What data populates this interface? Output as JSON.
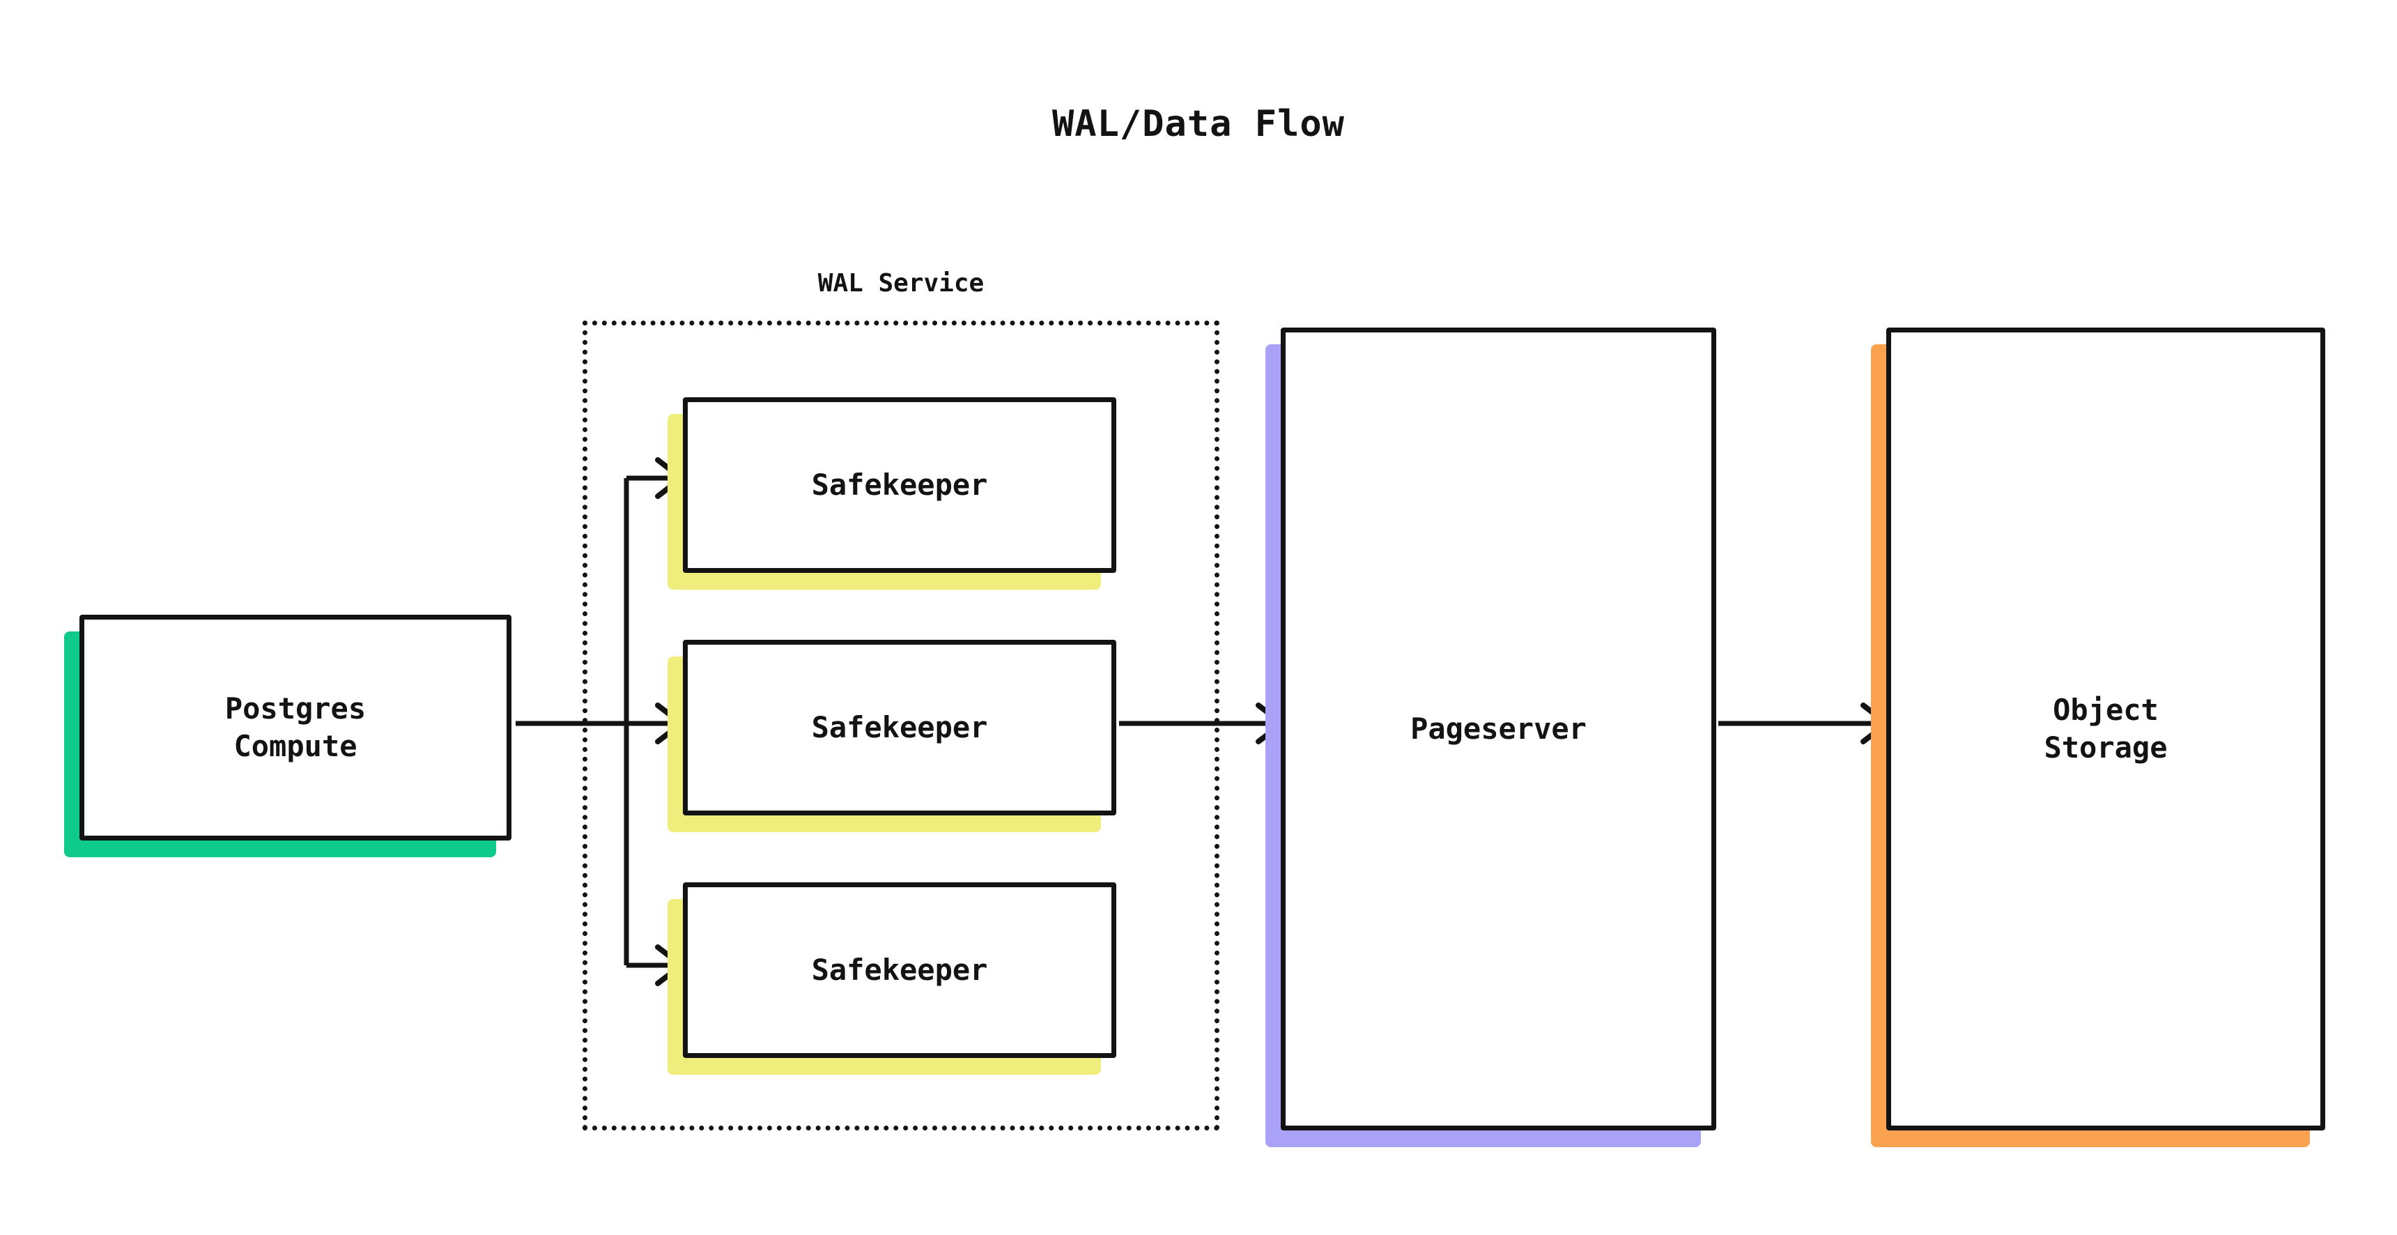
{
  "diagram": {
    "title": "WAL/Data Flow",
    "type": "flow-architecture",
    "background": "#ffffff",
    "stroke_color": "#131313",
    "fill_color": "#ffffff"
  },
  "groups": [
    {
      "id": "wal-service",
      "label": "WAL Service",
      "border_style": "dotted",
      "border_color": "#131313",
      "contains": [
        "safekeeper-0",
        "safekeeper-1",
        "safekeeper-2"
      ]
    }
  ],
  "nodes": [
    {
      "id": "postgres-compute",
      "label": "Postgres\nCompute",
      "shadow_color": "#0ECB8C",
      "shadow_name": "green"
    },
    {
      "id": "safekeeper-0",
      "label": "Safekeeper",
      "shadow_color": "#EFEE7D",
      "shadow_name": "yellow"
    },
    {
      "id": "safekeeper-1",
      "label": "Safekeeper",
      "shadow_color": "#EFEE7D",
      "shadow_name": "yellow"
    },
    {
      "id": "safekeeper-2",
      "label": "Safekeeper",
      "shadow_color": "#EFEE7D",
      "shadow_name": "yellow"
    },
    {
      "id": "pageserver",
      "label": "Pageserver",
      "shadow_color": "#A9A2F7",
      "shadow_name": "purple"
    },
    {
      "id": "object-storage",
      "label": "Object\nStorage",
      "shadow_color": "#FAA24F",
      "shadow_name": "orange"
    }
  ],
  "edges": [
    {
      "id": "edge-postgres-safekeepers",
      "from": "postgres-compute",
      "to": "safekeeper-0",
      "arrow": "open"
    },
    {
      "id": "edge-postgres-safekeeper-1",
      "from": "postgres-compute",
      "to": "safekeeper-1",
      "arrow": "open"
    },
    {
      "id": "edge-postgres-safekeeper-2",
      "from": "postgres-compute",
      "to": "safekeeper-2",
      "arrow": "open"
    },
    {
      "id": "edge-safekeeper-pageserver",
      "from": "safekeeper-1",
      "to": "pageserver",
      "arrow": "open"
    },
    {
      "id": "edge-pageserver-storage",
      "from": "pageserver",
      "to": "object-storage",
      "arrow": "open"
    }
  ]
}
